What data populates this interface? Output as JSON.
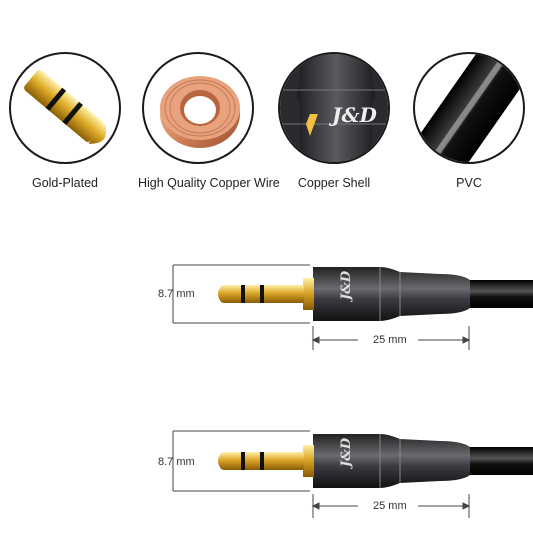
{
  "features": [
    {
      "label": "Gold-Plated",
      "icon": "gold-plug-icon"
    },
    {
      "label": "High Quality Copper Wire",
      "icon": "copper-coil-icon"
    },
    {
      "label": "Copper Shell",
      "icon": "copper-shell-icon"
    },
    {
      "label": "PVC",
      "icon": "pvc-cable-icon"
    }
  ],
  "diagrams": [
    {
      "height_label": "8.7 mm",
      "length_label": "25 mm",
      "brand": "J&D"
    },
    {
      "height_label": "8.7 mm",
      "length_label": "25 mm",
      "brand": "J&D"
    }
  ],
  "colors": {
    "gold": "#d9a420",
    "copper": "#d98a64",
    "shell": "#3b3b3f",
    "cable": "#111111"
  }
}
